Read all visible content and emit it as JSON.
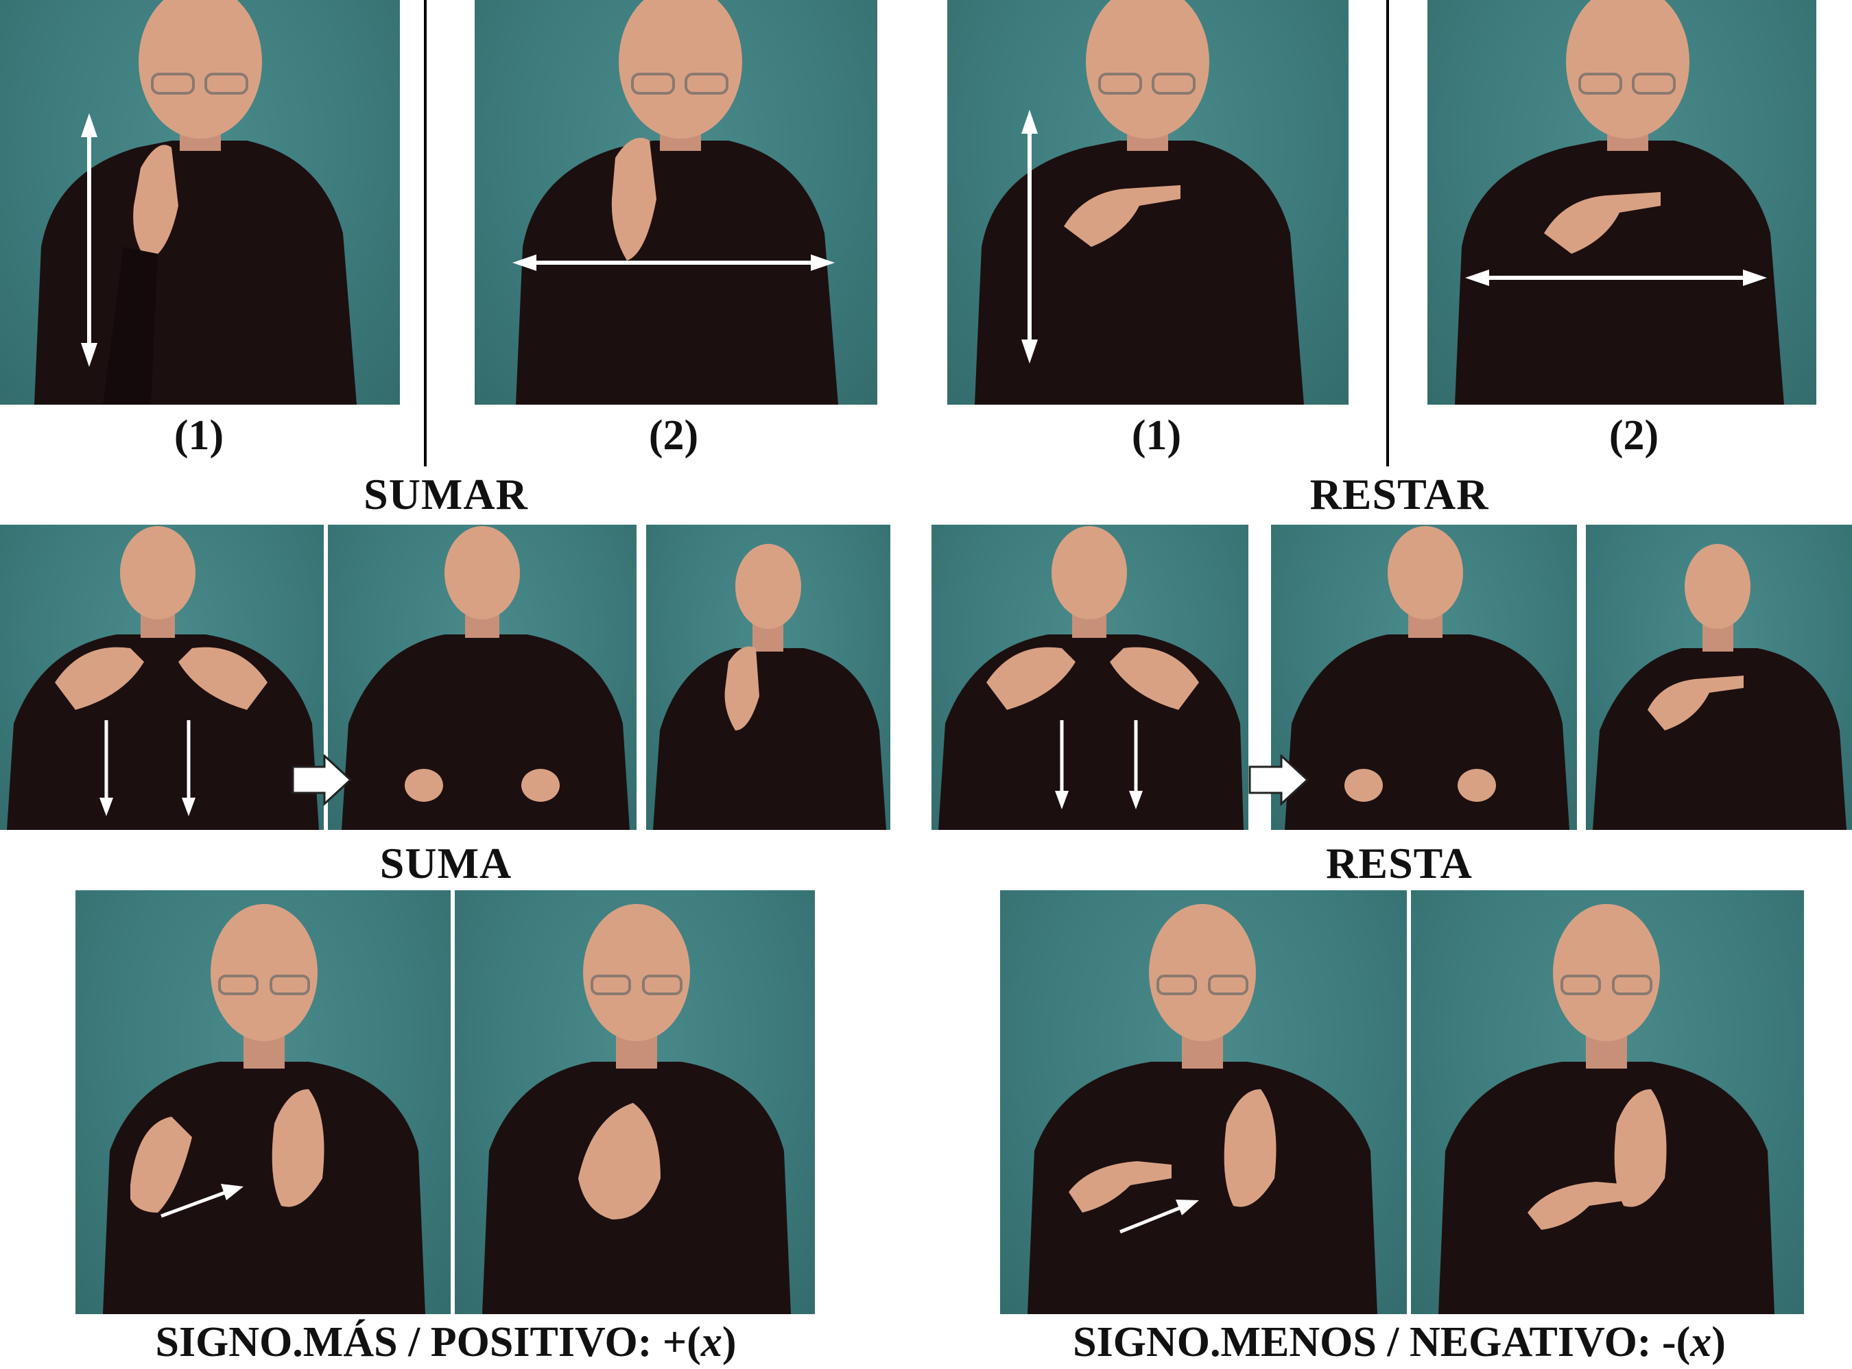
{
  "groups": {
    "sumar": {
      "title": "SUMAR",
      "step_labels": [
        "(1)",
        "(2)"
      ]
    },
    "restar": {
      "title": "RESTAR",
      "step_labels": [
        "(1)",
        "(2)"
      ]
    },
    "suma": {
      "title": "SUMA"
    },
    "resta": {
      "title": "RESTA"
    },
    "signo_mas": {
      "caption_main": "SIGNO.MÁS / POSITIVO: +(",
      "caption_var": "x",
      "caption_end": ")"
    },
    "signo_menos": {
      "caption_main": "SIGNO.MENOS / NEGATIVO: -(",
      "caption_var": "x",
      "caption_end": ")"
    }
  },
  "photo_background": "#3d7b7c",
  "shirt_color": "#1c0f10",
  "skin_color": "#d9a184",
  "arrow_color": "#ffffff"
}
